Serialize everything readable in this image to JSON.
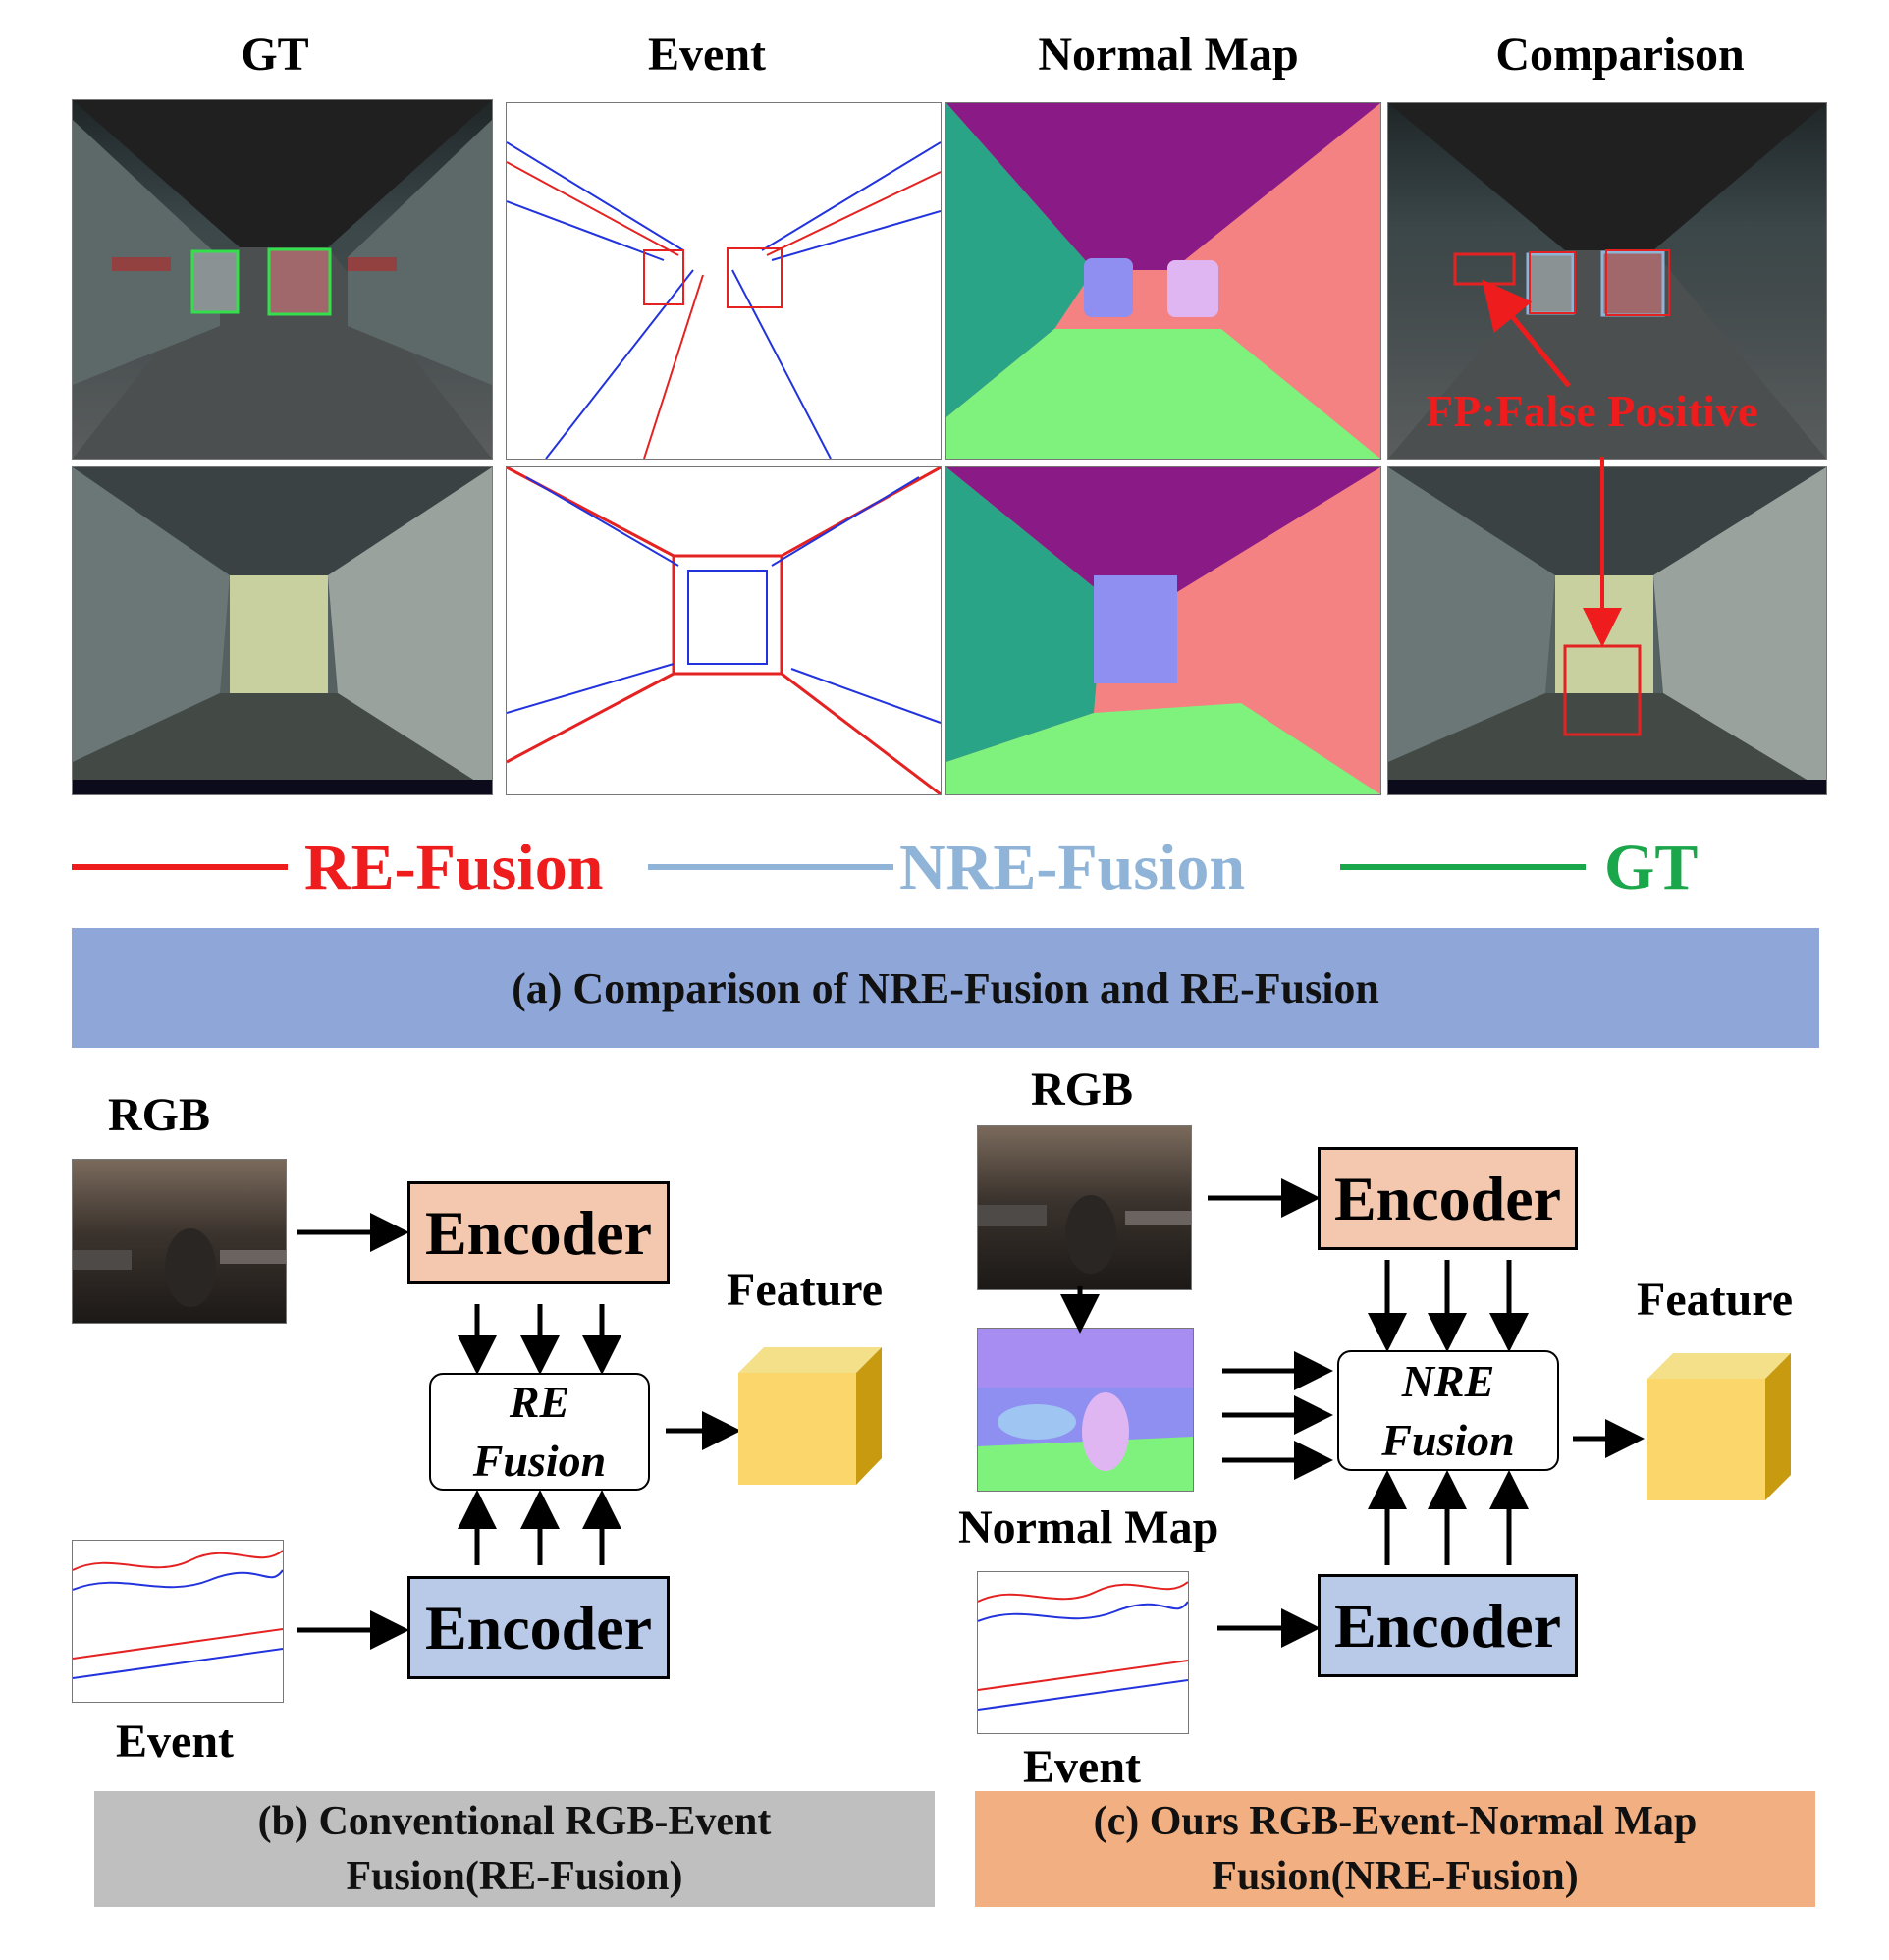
{
  "columns": [
    "GT",
    "Event",
    "Normal Map",
    "Comparison"
  ],
  "annotation": "FP:False Positive",
  "legend": {
    "re": {
      "label": "RE-Fusion",
      "color": "#ee1c1c"
    },
    "nre": {
      "label": "NRE-Fusion",
      "color": "#8fb4d8"
    },
    "gt": {
      "label": "GT",
      "color": "#1aa64a"
    }
  },
  "caption_a": "(a)  Comparison of NRE-Fusion and RE-Fusion",
  "panel_b": {
    "rgb_label": "RGB",
    "event_label": "Event",
    "encoder_top": "Encoder",
    "encoder_bottom": "Encoder",
    "fusion_line1": "RE",
    "fusion_line2": "Fusion",
    "feature_label": "Feature",
    "caption_line1": "(b)  Conventional RGB-Event",
    "caption_line2": "Fusion(RE-Fusion)"
  },
  "panel_c": {
    "rgb_label": "RGB",
    "normal_label": "Normal Map",
    "event_label": "Event",
    "encoder_top": "Encoder",
    "encoder_bottom": "Encoder",
    "fusion_line1": "NRE",
    "fusion_line2": "Fusion",
    "feature_label": "Feature",
    "caption_line1": "(c) Ours RGB-Event-Normal Map",
    "caption_line2": "Fusion(NRE-Fusion)"
  },
  "colors": {
    "caption_a_bg": "#8fa7d8",
    "caption_b_bg": "#bfbfbf",
    "caption_c_bg": "#f2b082",
    "encoder_rgb": "#f4c8ae",
    "encoder_event": "#b9c9e8",
    "cube_front": "#fbd66a",
    "cube_side": "#c89a10"
  }
}
